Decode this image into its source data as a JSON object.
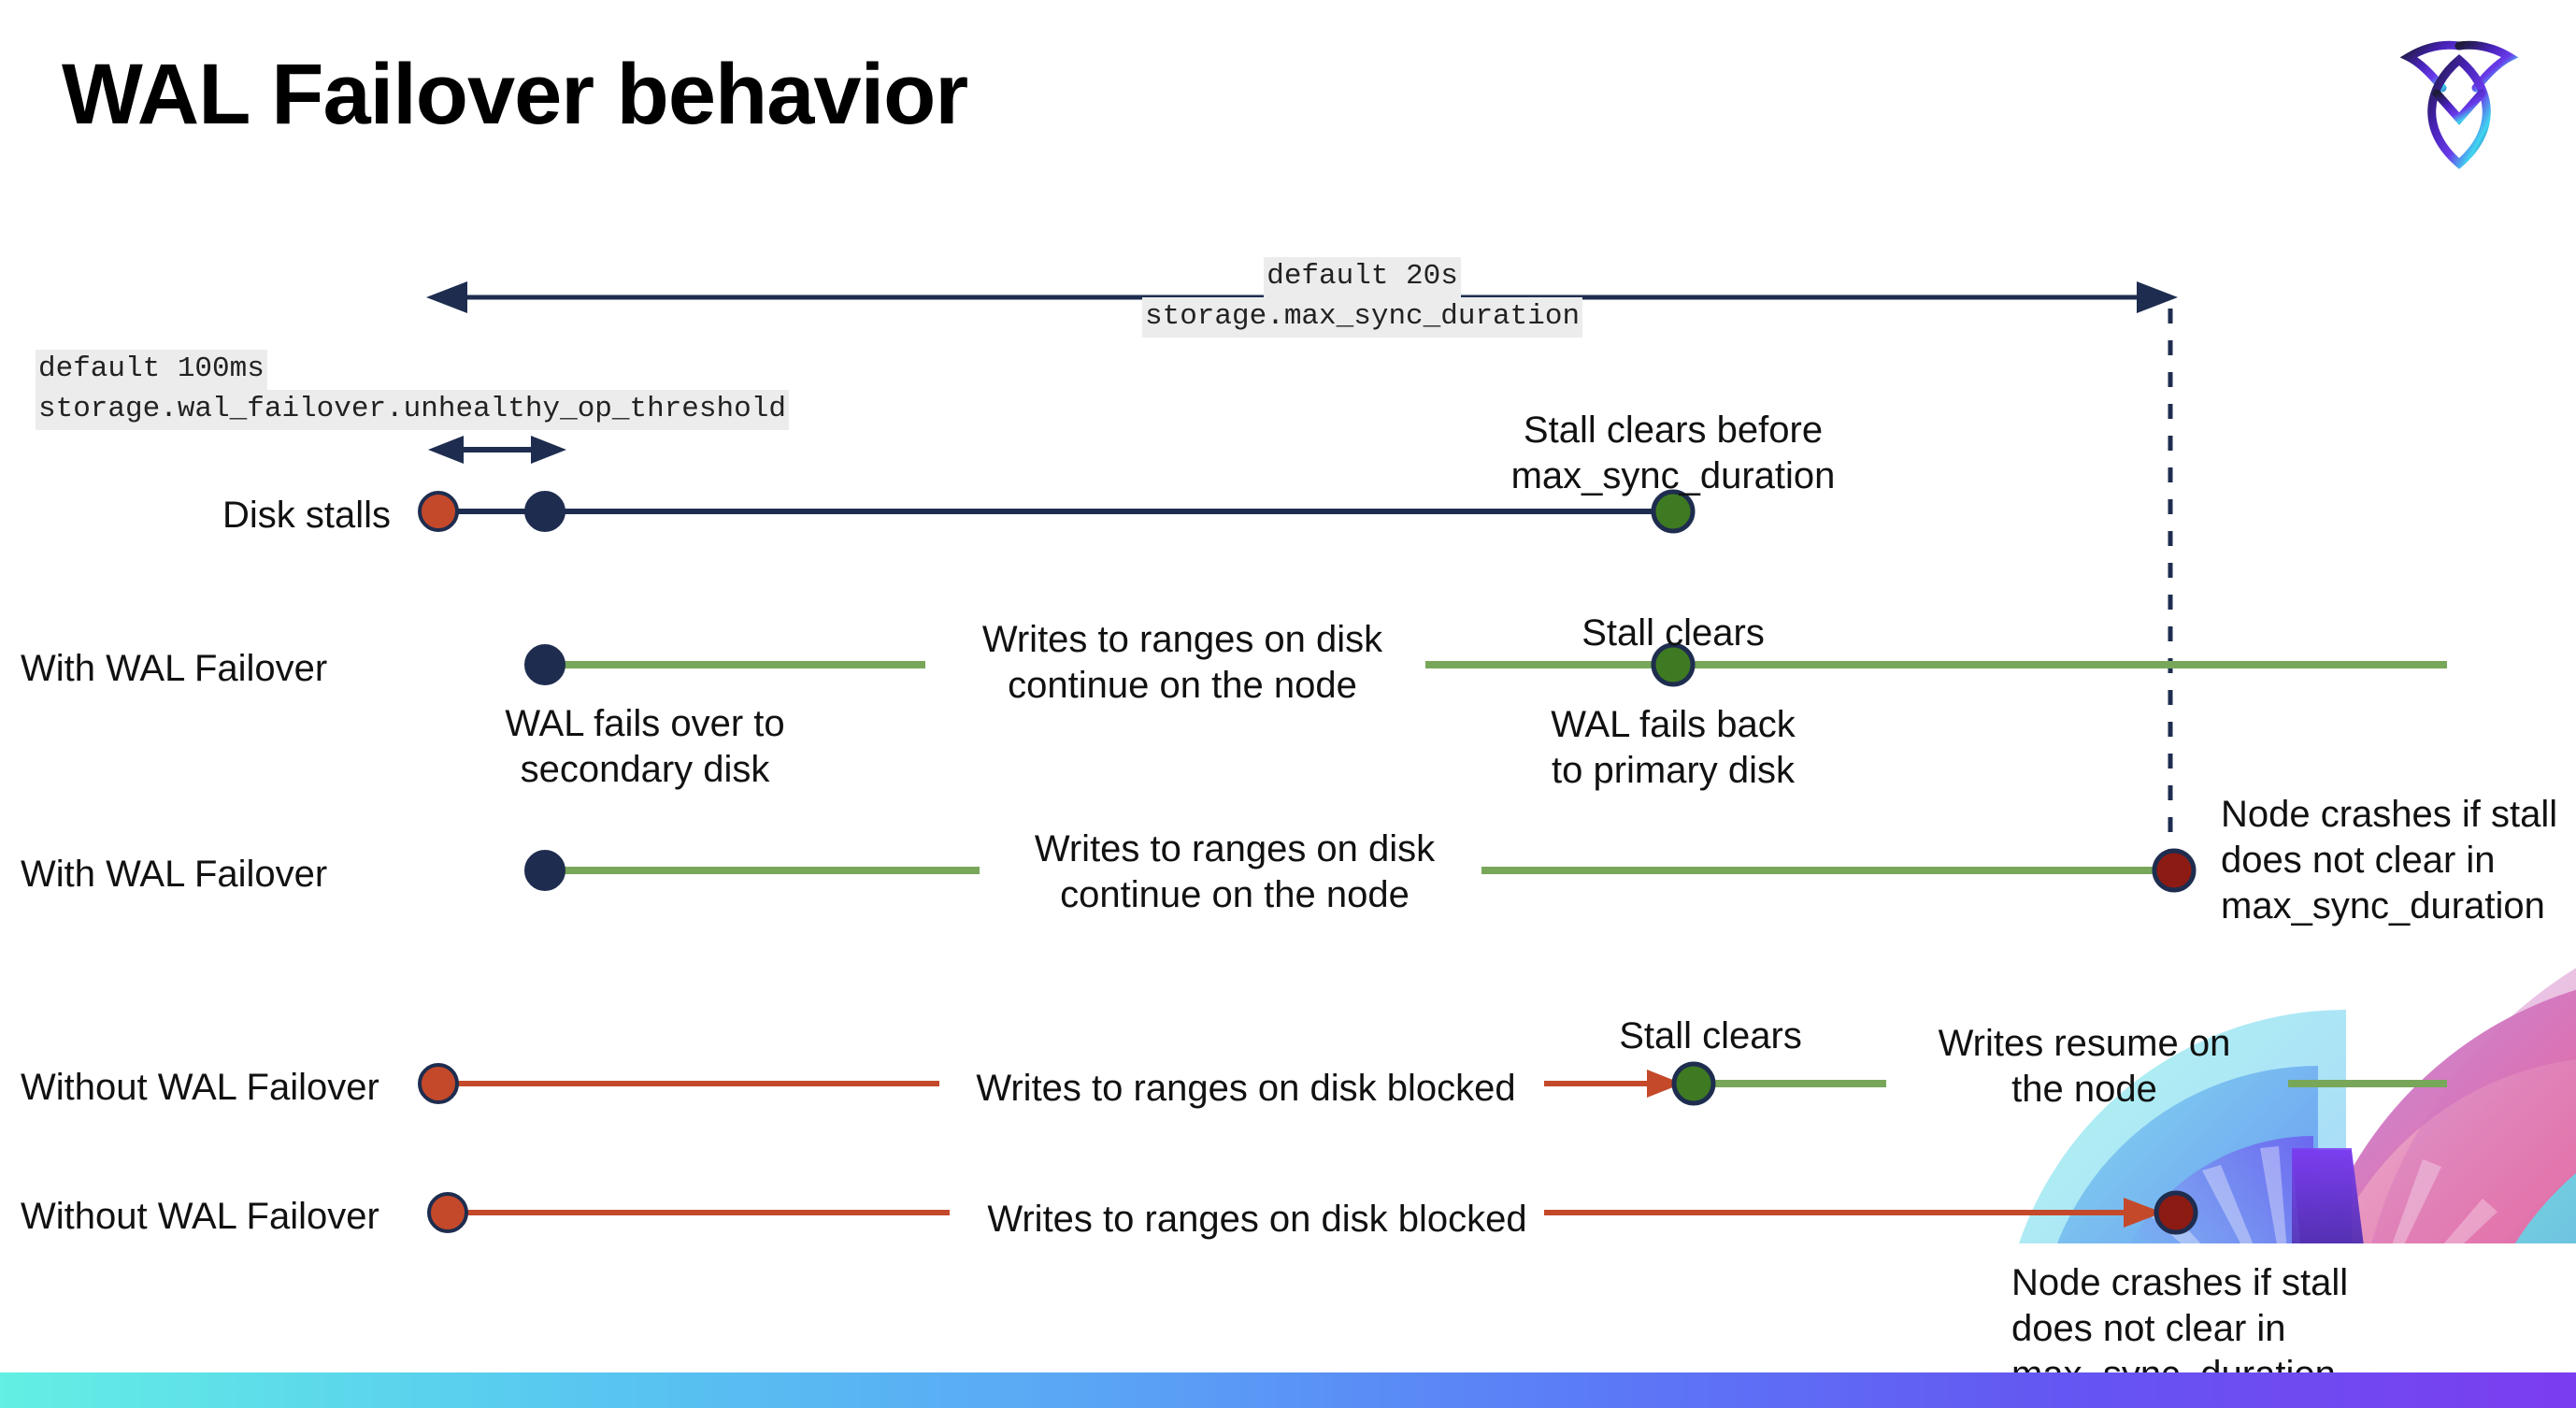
{
  "page": {
    "title": "WAL Failover behavior",
    "logo_name": "cockroachdb-logo"
  },
  "annotations": {
    "max_sync_default": "default 20s",
    "max_sync_setting": "storage.max_sync_duration",
    "unhealthy_default": "default 100ms",
    "unhealthy_setting": "storage.wal_failover.unhealthy_op_threshold"
  },
  "rows": [
    {
      "id": "disk-stalls",
      "label": "Disk stalls",
      "right_note": "Stall clears before\nmax_sync_duration"
    },
    {
      "id": "with-wal-failover-1",
      "label": "With WAL Failover",
      "below_start_note": "WAL fails over to\nsecondary disk",
      "mid_note": "Writes to ranges on disk\ncontinue on the node",
      "clear_note": "Stall clears",
      "below_clear_note": "WAL fails  back\nto primary disk"
    },
    {
      "id": "with-wal-failover-2",
      "label": "With WAL Failover",
      "mid_note": "Writes to ranges on disk\ncontinue on the node",
      "crash_note": "Node crashes if stall\ndoes not clear in\nmax_sync_duration"
    },
    {
      "id": "without-wal-failover-1",
      "label": "Without WAL Failover",
      "mid_note": "Writes to ranges on disk  blocked",
      "clear_note": "Stall clears",
      "resume_note": "Writes resume on\nthe node"
    },
    {
      "id": "without-wal-failover-2",
      "label": "Without WAL Failover",
      "mid_note": "Writes to ranges on disk  blocked",
      "crash_note": "Node crashes if stall\ndoes not clear in\nmax_sync_duration"
    }
  ],
  "colors": {
    "navy": "#1e2d4f",
    "orange": "#c4492a",
    "green_line": "#78a75a",
    "green_dot": "#3e7a22",
    "dark_red": "#8c1b13",
    "code_bg": "#ececec",
    "text": "#111111"
  }
}
